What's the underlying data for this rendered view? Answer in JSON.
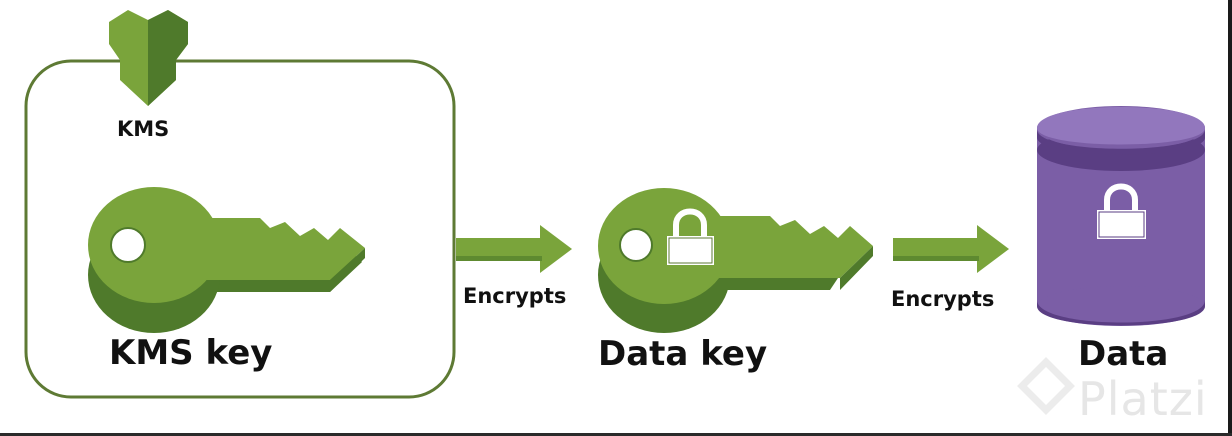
{
  "service_label": "KMS",
  "nodes": {
    "kms_key": "KMS key",
    "data_key": "Data key",
    "data": "Data"
  },
  "edges": [
    {
      "label": "Encrypts"
    },
    {
      "label": "Encrypts"
    }
  ],
  "watermark": "Platzi",
  "colors": {
    "key_green": "#7aa43b",
    "key_dark_green": "#4f7a2b",
    "box_border": "#5e7a34",
    "cylinder_purple": "#7b5ea6",
    "cylinder_dark": "#5a3e83",
    "cylinder_top": "#9277bd"
  },
  "icons": [
    "kms-shield-icon",
    "key-icon",
    "padlock-icon",
    "database-cylinder-icon",
    "arrow-right-icon"
  ]
}
